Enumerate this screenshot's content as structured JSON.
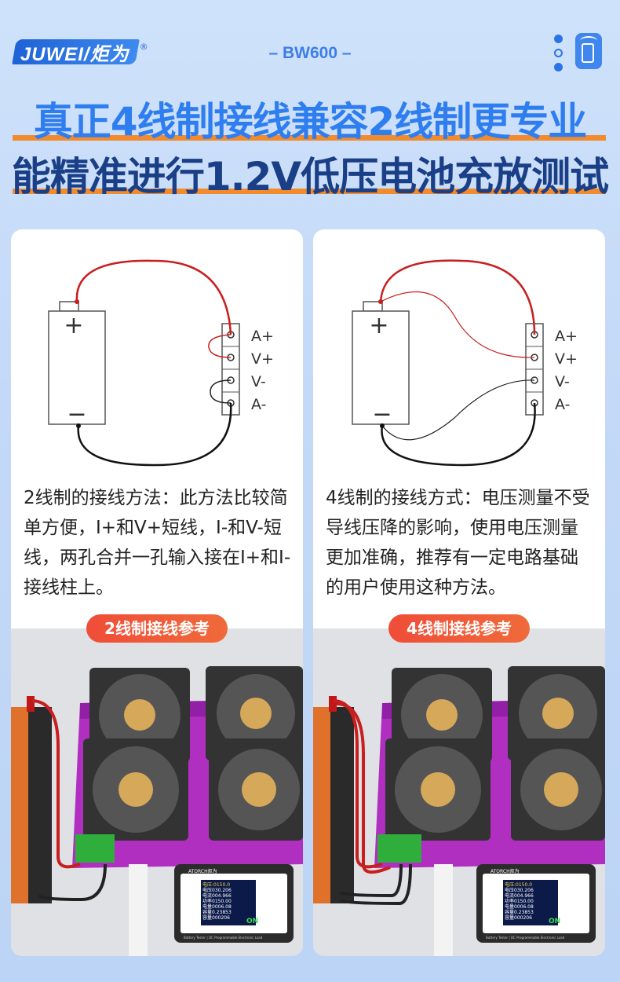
{
  "header": {
    "brand": "JUWEI",
    "brand_cn": "炬为",
    "reg": "®",
    "model": "– BW600 –"
  },
  "titles": {
    "line1": "真正4线制接线兼容2线制更专业",
    "line2": "能精准进行1.2V低压电池充放测试"
  },
  "colors": {
    "accent_blue": "#2f7ef0",
    "dark_blue": "#1a3f86",
    "orange": "#f28a2e",
    "tag_red": "#ef4d38"
  },
  "cards": [
    {
      "terminals": [
        "A+",
        "V+",
        "V-",
        "A-"
      ],
      "plus": "+",
      "minus": "−",
      "description": "2线制的接线方法：此方法比较简单方便，I+和V+短线，I-和V-短线，两孔合并一孔输入接在I+和I-接线柱上。",
      "tag": "2线制接线参考",
      "photo": {
        "brand": "ATORCH炬为",
        "readings": [
          "电压:0150.0",
          "电压030.206",
          "电流004.966",
          "功率0150.00",
          "电量0006.08",
          "容量0.23853",
          "容量000206"
        ],
        "on": "ON",
        "footer": "Battery Tester | DC Programmable Electronic Load"
      }
    },
    {
      "terminals": [
        "A+",
        "V+",
        "V-",
        "A-"
      ],
      "plus": "+",
      "minus": "−",
      "description": "4线制的接线方式：电压测量不受导线压降的影响，使用电压测量更加准确，推荐有一定电路基础的用户使用这种方法。",
      "tag": "4线制接线参考",
      "photo": {
        "brand": "ATORCH炬为",
        "readings": [
          "电压:0150.0",
          "电压030.206",
          "电流004.966",
          "功率0150.00",
          "电量0006.08",
          "容量0.23853",
          "容量000206"
        ],
        "on": "ON",
        "footer": "Battery Tester | DC Programmable Electronic Load"
      }
    }
  ]
}
